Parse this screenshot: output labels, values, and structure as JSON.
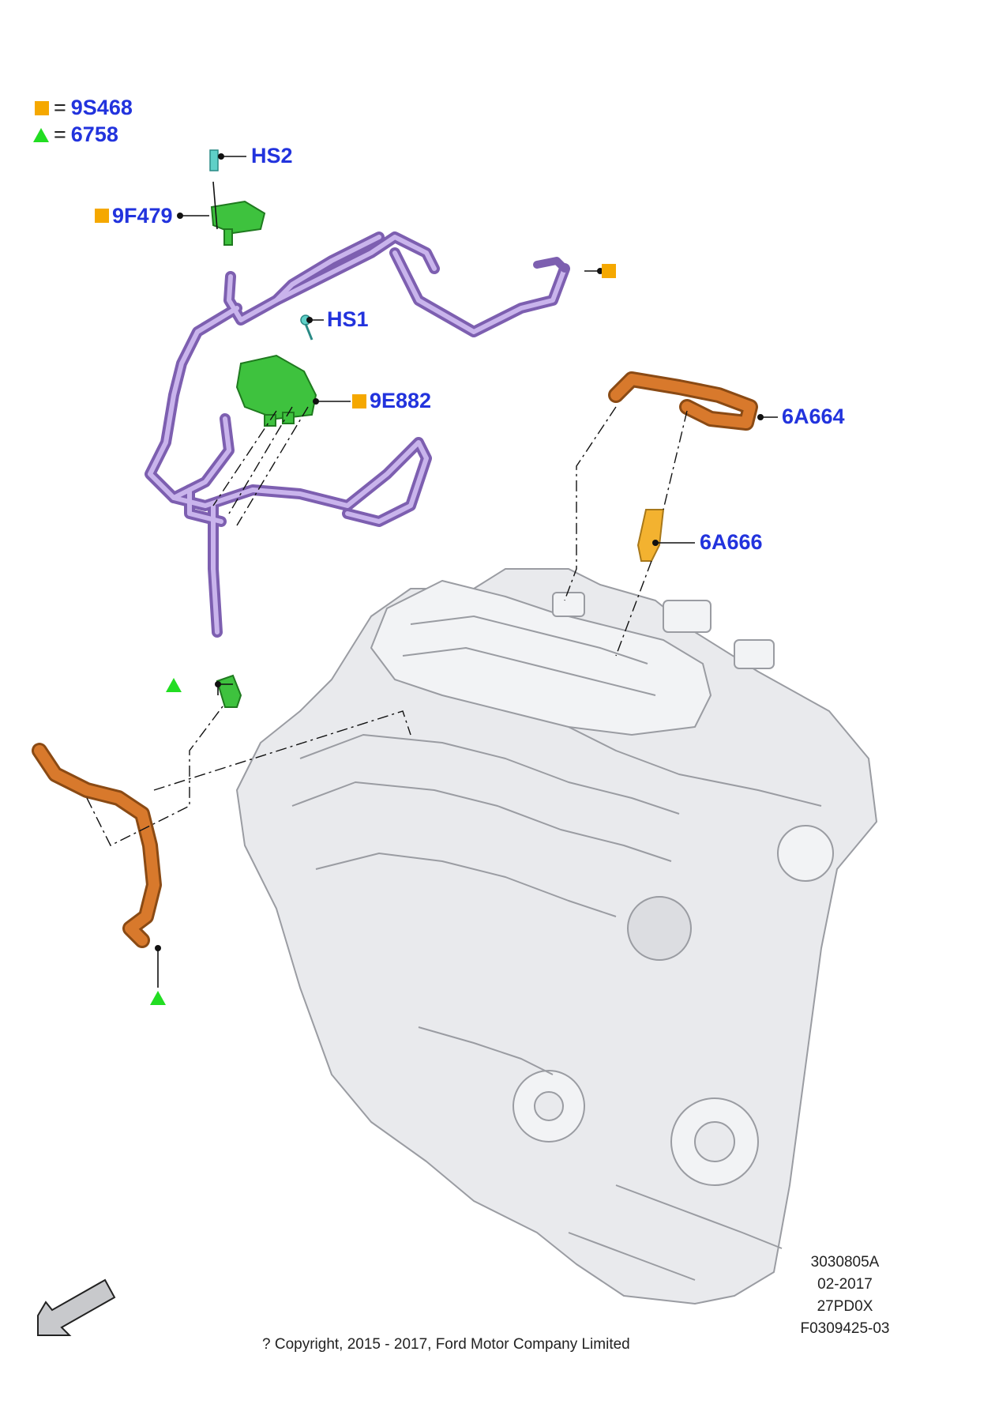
{
  "colors": {
    "label": "#2233dd",
    "square_marker": "#f5a800",
    "triangle_marker": "#22dd22",
    "vacuum_harness": "#a98ad6",
    "solenoid": "#3ec23e",
    "coolant_pipe": "#d8792c",
    "sensor": "#f3b230",
    "engine": "#e9eaed",
    "engine_edge": "#9a9ca2"
  },
  "legend": [
    {
      "marker": "square-icon",
      "code": "9S468"
    },
    {
      "marker": "triangle-icon",
      "code": "6758"
    }
  ],
  "callouts": {
    "hs2": "HS2",
    "f479": "9F479",
    "hs1": "HS1",
    "e882": "9E882",
    "a664": "6A664",
    "a666": "6A666"
  },
  "meta": {
    "line1": "3030805A",
    "line2": "02-2017",
    "line3": "27PD0X",
    "line4": "F0309425-03"
  },
  "copyright": "? Copyright, 2015 - 2017, Ford Motor Company Limited",
  "icons": {
    "front_arrow": "front-direction-arrow-icon"
  }
}
